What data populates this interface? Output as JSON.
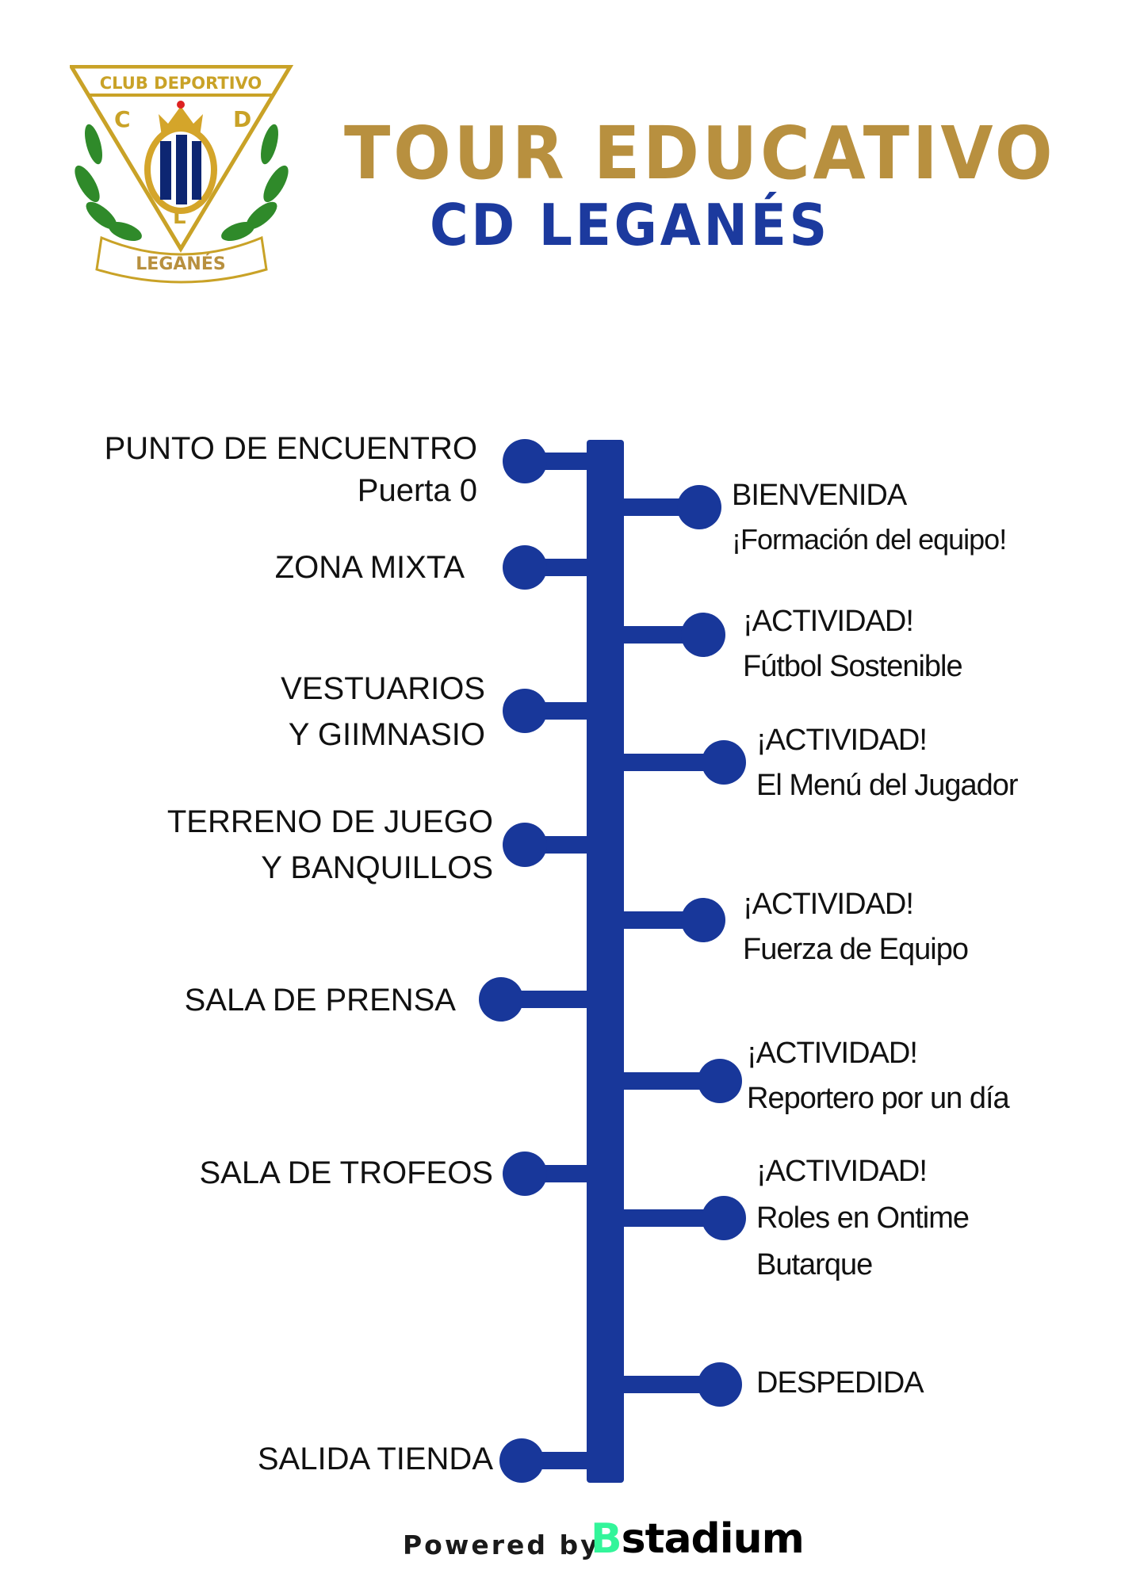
{
  "header": {
    "logo": {
      "top_text": "CLUB DEPORTIVO",
      "letters": [
        "C",
        "D",
        "L"
      ],
      "banner_text": "LEGANÉS"
    },
    "title": "TOUR EDUCATIVO",
    "subtitle": "CD LEGANÉS"
  },
  "colors": {
    "gold": "#b8903f",
    "blue": "#18379a",
    "brand_green": "#33f59a"
  },
  "timeline": {
    "left": [
      {
        "lines": [
          "PUNTO DE ENCUENTRO",
          "Puerta 0"
        ]
      },
      {
        "lines": [
          "ZONA MIXTA"
        ]
      },
      {
        "lines": [
          "VESTUARIOS",
          "Y GIIMNASIO"
        ]
      },
      {
        "lines": [
          "TERRENO DE JUEGO",
          "Y BANQUILLOS"
        ]
      },
      {
        "lines": [
          "SALA DE PRENSA"
        ]
      },
      {
        "lines": [
          "SALA DE TROFEOS"
        ]
      },
      {
        "lines": [
          "SALIDA TIENDA"
        ]
      }
    ],
    "right": [
      {
        "lines": [
          "BIENVENIDA",
          "¡Formación del equipo!"
        ]
      },
      {
        "lines": [
          "¡ACTIVIDAD!",
          "Fútbol Sostenible"
        ]
      },
      {
        "lines": [
          "¡ACTIVIDAD!",
          "El Menú del Jugador"
        ]
      },
      {
        "lines": [
          "¡ACTIVIDAD!",
          "Fuerza de Equipo"
        ]
      },
      {
        "lines": [
          "¡ACTIVIDAD!",
          "Reportero por un día"
        ]
      },
      {
        "lines": [
          "¡ACTIVIDAD!",
          "Roles en Ontime",
          "Butarque"
        ]
      },
      {
        "lines": [
          "DESPEDIDA"
        ]
      }
    ]
  },
  "footer": {
    "powered_by": "Powered by",
    "brand_initial": "B",
    "brand_rest": "stadium"
  }
}
